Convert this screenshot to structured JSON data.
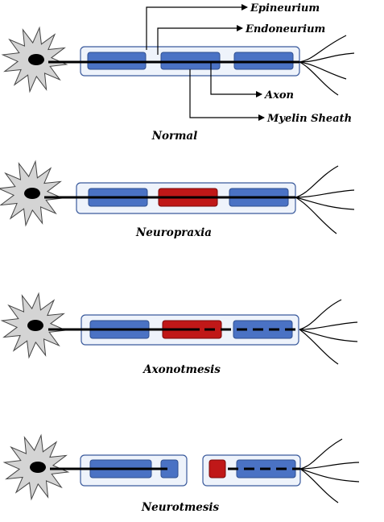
{
  "labels": {
    "epineurium": "Epineurium",
    "endoneurium": "Endoneurium",
    "axon": "Axon",
    "myelin_sheath": "Myelin Sheath"
  },
  "stages": [
    {
      "caption": "Normal"
    },
    {
      "caption": "Neuropraxia"
    },
    {
      "caption": "Axonotmesis"
    },
    {
      "caption": "Neurotmesis"
    }
  ],
  "colors": {
    "myelin_normal": "#4a72c4",
    "myelin_damaged": "#c01818",
    "epineurium_fill": "#eef3fb",
    "epineurium_stroke": "#3a5a9c",
    "cell_body": "#d4d4d4"
  }
}
